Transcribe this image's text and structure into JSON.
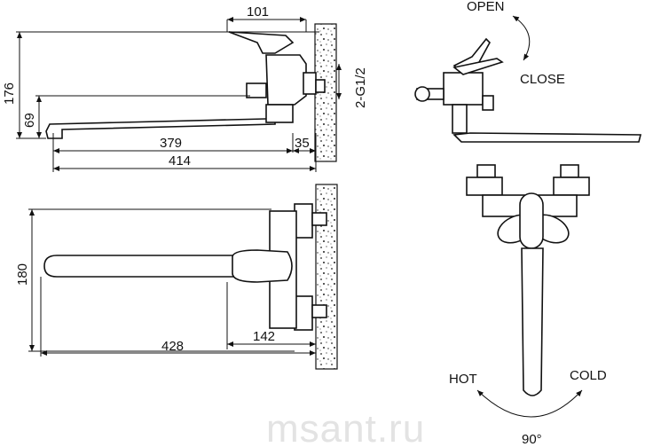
{
  "dimensions": {
    "top_width": "101",
    "height_total": "176",
    "height_spout": "69",
    "connection": "2-G1/2",
    "spout_len": "379",
    "wall_gap": "35",
    "overall_len": "414",
    "plan_depth": "180",
    "plan_len": "428",
    "plan_body": "142"
  },
  "labels": {
    "open": "OPEN",
    "close": "CLOSE",
    "hot": "HOT",
    "cold": "COLD",
    "angle": "90°"
  },
  "watermark": "msant.ru"
}
